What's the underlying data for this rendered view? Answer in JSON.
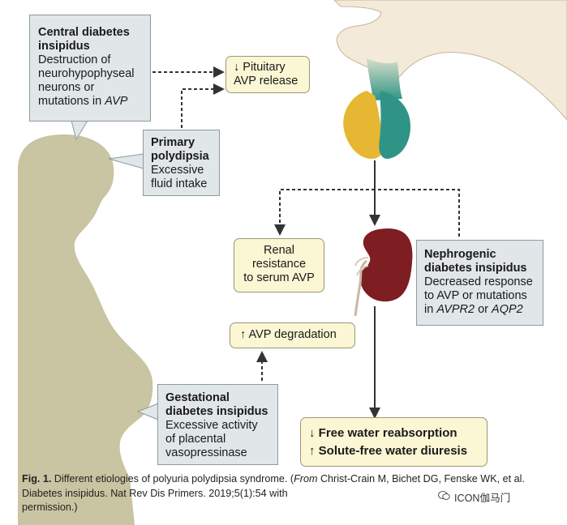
{
  "boxes": {
    "central_di": {
      "title": "Central diabetes insipidus",
      "body_1": "Destruction of",
      "body_2": "neurohypophyseal",
      "body_3": "neurons or",
      "body_4": "mutations in ",
      "body_4_em": "AVP"
    },
    "primary_polydipsia": {
      "title_1": "Primary",
      "title_2": "polydipsia",
      "body_1": "Excessive",
      "body_2": "fluid intake"
    },
    "nephrogenic_di": {
      "title_1": "Nephrogenic",
      "title_2": "diabetes insipidus",
      "body_1": "Decreased response",
      "body_2": "to AVP or mutations",
      "body_3": "in ",
      "body_3_em1": "AVPR2",
      "body_3_mid": " or ",
      "body_3_em2": "AQP2"
    },
    "gestational_di": {
      "title_1": "Gestational",
      "title_2": "diabetes insipidus",
      "body_1": "Excessive activity",
      "body_2": "of placental",
      "body_3": "vasopressinase"
    }
  },
  "effects": {
    "pituitary_1": "↓ Pituitary",
    "pituitary_2": "AVP release",
    "renal_1": "Renal",
    "renal_2": "resistance",
    "renal_3": "to serum AVP",
    "degradation": "↑ AVP degradation",
    "outcome_1": "↓ Free water reabsorption",
    "outcome_2": "↑ Solute-free water diuresis"
  },
  "caption": {
    "fig_label": "Fig. 1.",
    "text_1": " Different etiologies of polyuria polydipsia syndrome. (",
    "from_em": "From",
    "text_2": " Christ-Crain M, Bichet DG, Fenske WK, et al. Diabetes insipidus. Nat Rev Dis Primers. 2019;5(1):54 with",
    "text_3": "permission.)"
  },
  "watermark": "ICON伽马门",
  "colors": {
    "grey_box": "#e1e6e8",
    "cream_box": "#fbf6d4",
    "silhouette": "#c9c4a1",
    "brain": "#f4ead9",
    "gland_left": "#e6b733",
    "gland_right": "#2f9485",
    "stalk_top": "#c9d4b8",
    "kidney": "#7e1d22",
    "arrow": "#333333"
  }
}
